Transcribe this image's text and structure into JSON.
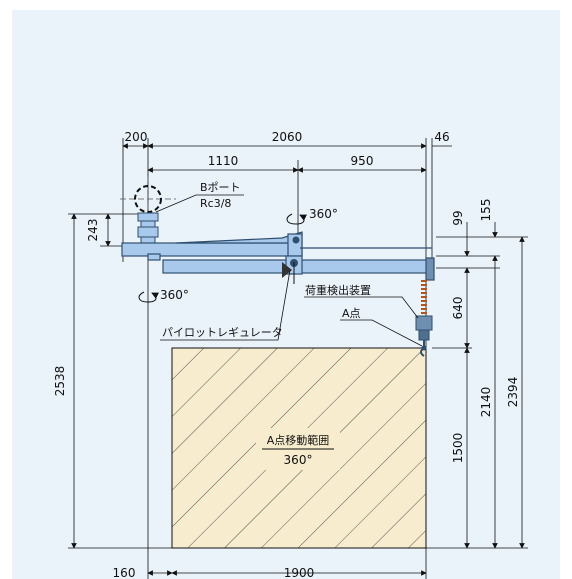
{
  "dimensions": {
    "d200": "200",
    "d2060": "2060",
    "d46": "46",
    "d1110": "1110",
    "d950": "950",
    "d243": "243",
    "d99": "99",
    "d155": "155",
    "d640": "640",
    "d2538": "2538",
    "d1500": "1500",
    "d2140": "2140",
    "d2394": "2394",
    "d160": "160",
    "d1900": "1900"
  },
  "labels": {
    "b_port": "Bポート",
    "b_port_thread": "Rc3/8",
    "rotation_top": "360°",
    "rotation_left": "360°",
    "load_sensor": "荷重検出装置",
    "point_a": "A点",
    "pilot_regulator": "パイロットレギュレータ",
    "range_title": "A点移動範囲",
    "range_angle": "360°"
  },
  "colors": {
    "panel": "#eaf2fa",
    "arm_fill": "#a9c9ec",
    "arm_stroke": "#2f4f6f",
    "hatch_area": "#f7eccd",
    "spring": "#b5551e",
    "line": "#111111"
  }
}
